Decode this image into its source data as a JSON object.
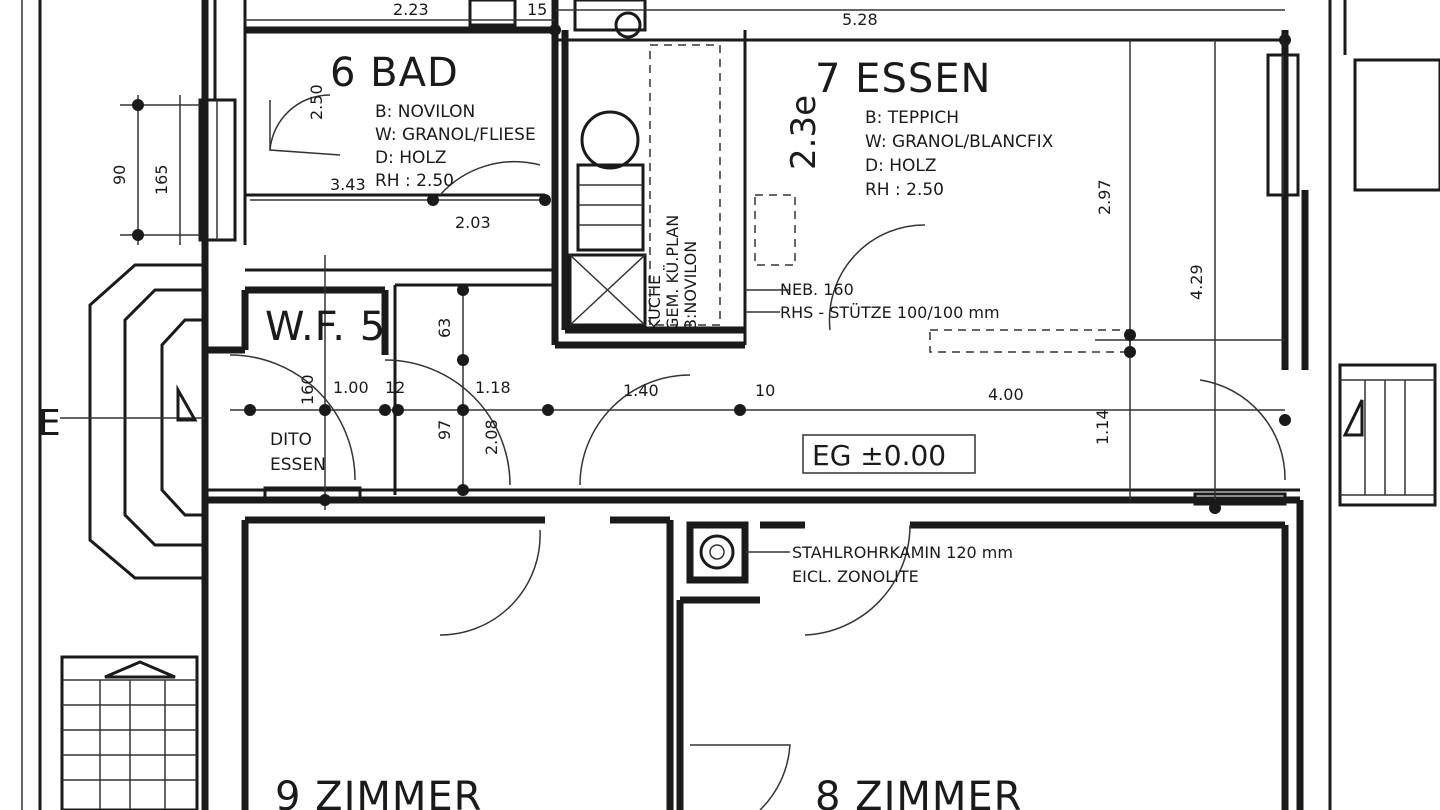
{
  "rooms": {
    "bad": "6 BAD",
    "essen": "7 ESSEN",
    "wf": "W.F. 5",
    "zimmer9": "9 ZIMMER",
    "zimmer8": "8 ZIMMER",
    "dito_1": "DITO",
    "dito_2": "ESSEN"
  },
  "specs": {
    "bad": [
      "B: NOVILON",
      "W: GRANOL/FLIESE",
      "D: HOLZ",
      "RH : 2.50"
    ],
    "essen": [
      "B: TEPPICH",
      "W: GRANOL/BLANCFIX",
      "D: HOLZ",
      "RH : 2.50"
    ]
  },
  "kitchen_label": [
    "KÜCHE",
    "GEM. KÜ.PLAN",
    "B:NOVILON"
  ],
  "notes": {
    "neb": "NEB. 160",
    "rhs": "RHS - STÜTZE 100/100 mm",
    "kamin_1": "STAHLROHRKAMIN 120 mm",
    "kamin_2": "EICL. ZONOLITE",
    "level": "EG ±0.00",
    "entry": "E",
    "hand_note": "2.3e"
  },
  "dims": {
    "d223": "2.23",
    "d528": "5.28",
    "d250": "2.50",
    "d90": "90",
    "d165": "165",
    "d343": "3.43",
    "d203": "2.03",
    "d297": "2.97",
    "d429": "4.29",
    "d160": "160",
    "d100": "1.00",
    "d12": "12",
    "d118": "1.18",
    "d140": "1.40",
    "d10": "10",
    "d400": "4.00",
    "d97": "97",
    "d208": "2.08",
    "d114": "1.14",
    "d63": "63",
    "d15": "15"
  }
}
